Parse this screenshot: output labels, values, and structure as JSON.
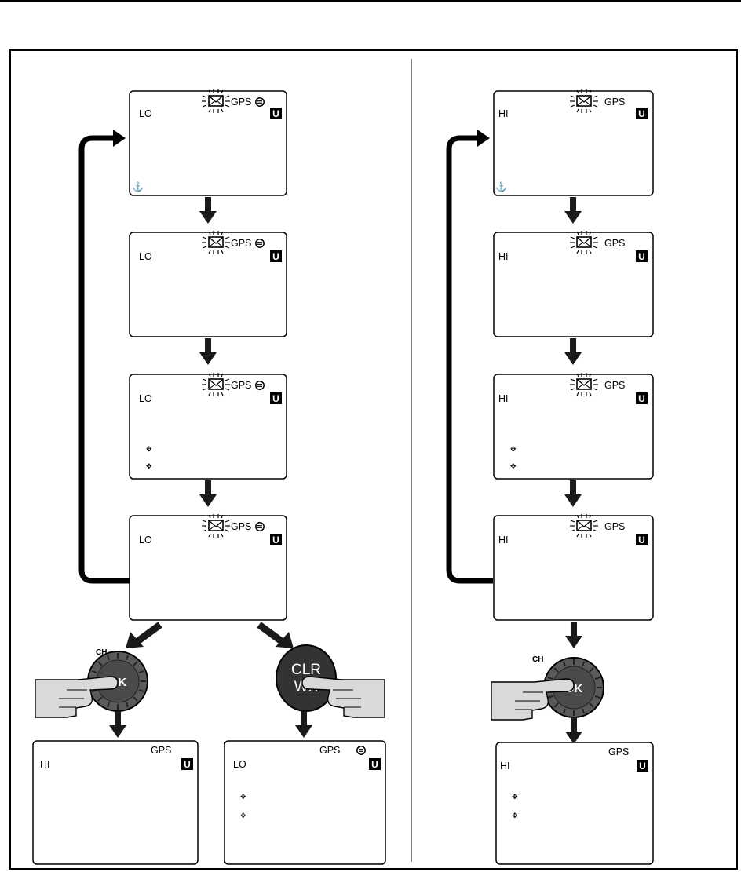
{
  "screens": {
    "left": [
      {
        "mode": "LO",
        "gps": "GPS",
        "u_badge": "U"
      },
      {
        "mode": "LO",
        "gps": "GPS",
        "u_badge": "U"
      },
      {
        "mode": "LO",
        "gps": "GPS",
        "u_badge": "U"
      },
      {
        "mode": "LO",
        "gps": "GPS",
        "u_badge": "U"
      }
    ],
    "right": [
      {
        "mode": "HI",
        "gps": "GPS",
        "u_badge": "U"
      },
      {
        "mode": "HI",
        "gps": "GPS",
        "u_badge": "U"
      },
      {
        "mode": "HI",
        "gps": "GPS",
        "u_badge": "U"
      },
      {
        "mode": "HI",
        "gps": "GPS",
        "u_badge": "U"
      }
    ],
    "result_ok_left": {
      "mode": "HI",
      "gps": "GPS",
      "u_badge": "U"
    },
    "result_clr": {
      "mode": "LO",
      "gps": "GPS",
      "u_badge": "U"
    },
    "result_ok_right": {
      "mode": "HI",
      "gps": "GPS",
      "u_badge": "U"
    }
  },
  "buttons": {
    "ch_label": "CH",
    "ok_label": "OK",
    "clr_label_top": "CLR",
    "clr_label_bottom": "WX"
  }
}
